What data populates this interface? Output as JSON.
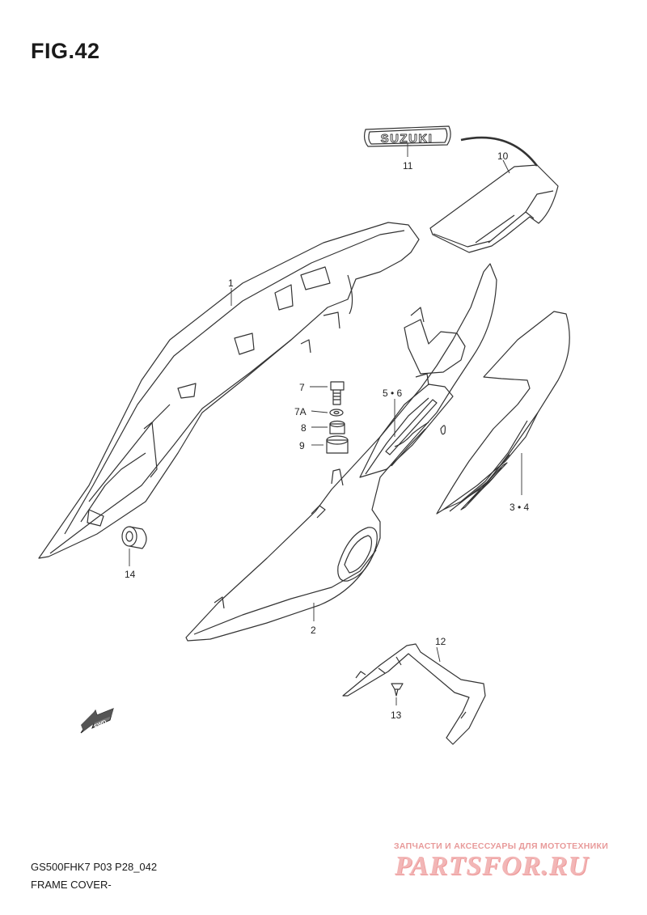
{
  "figure": {
    "title": "FIG.42",
    "code": "GS500FHK7 P03 P28_042",
    "name": "FRAME COVER-"
  },
  "badge": {
    "text": "SUZUKI"
  },
  "fwd_arrow": {
    "text": "FWD"
  },
  "labels": {
    "p1": "1",
    "p2": "2",
    "p34": "3 • 4",
    "p56": "5 • 6",
    "p7": "7",
    "p7a": "7A",
    "p8": "8",
    "p9": "9",
    "p10": "10",
    "p11": "11",
    "p12": "12",
    "p13": "13",
    "p14": "14"
  },
  "watermark": {
    "tagline": "ЗАПЧАСТИ И АКСЕССУАРЫ ДЛЯ МОТОТЕХНИКИ",
    "brand": "PARTSFOR.RU"
  },
  "colors": {
    "line": "#333333",
    "watermark": "#f2b6b6"
  }
}
